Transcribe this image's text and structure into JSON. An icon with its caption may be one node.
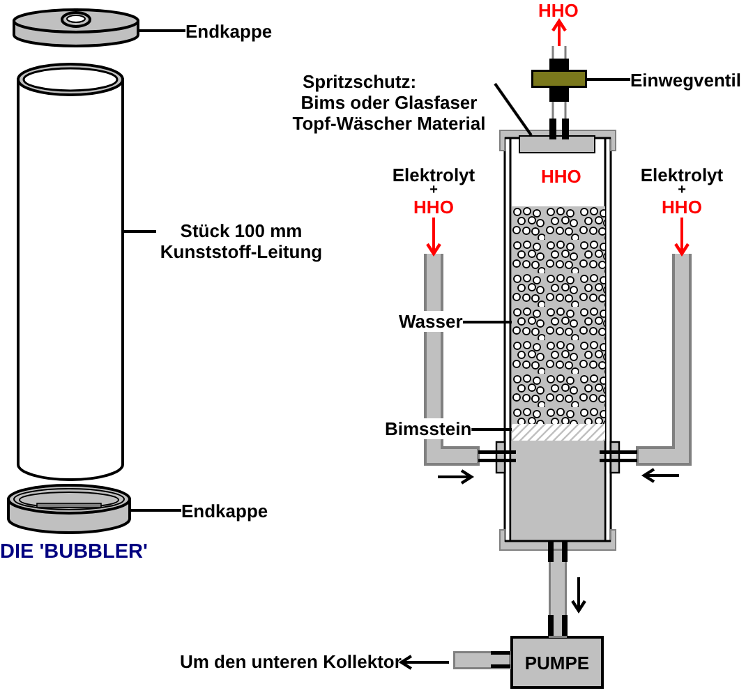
{
  "diagram": {
    "nodes": [
      {
        "text": [],
        "shape": "cylinder"
      },
      {
        "text": [
          "Endkappe"
        ]
      },
      {
        "text": [],
        "shape": "cylinder"
      },
      {
        "text": [
          "Stück 100 mm Kunststoff-Leitung"
        ]
      },
      {
        "text": [],
        "shape": "cylinder"
      },
      {
        "text": [
          "Endkappe"
        ]
      },
      {
        "text": [
          "HHO"
        ]
      },
      {
        "text": [],
        "shape": "box"
      },
      {
        "text": [
          "Einwegventil"
        ]
      },
      {
        "text": [
          "Spritzschutz:",
          "Bims oder Glasfaser Topf-Wäscher Material"
        ]
      },
      {
        "text": [
          "HHO"
        ]
      },
      {
        "text": [],
        "shape": "box",
        "in": 10
      },
      {
        "text": [
          "Elektrolyt",
          "+",
          "HHO"
        ]
      },
      {
        "text": [],
        "shape": "bar"
      },
      {
        "text": [
          "Elektrolyt",
          "+",
          "HHO"
        ]
      },
      {
        "text": [],
        "shape": "bar"
      },
      {
        "text": [
          "Wasser"
        ]
      },
      {
        "text": [],
        "shape": "box",
        "in": 10
      },
      {
        "text": [
          "Bimsstein"
        ]
      },
      {
        "text": [],
        "shape": "box",
        "in": 10
      },
      {
        "text": [
          "PUMPE"
        ]
      },
      {
        "text": [
          "Um den unteren Kollektor"
        ]
      }
    ],
    "edges": [
      {
        "from": 1,
        "to": 0,
        "arrow": "none"
      },
      {
        "from": 3,
        "to": 2,
        "arrow": "none"
      },
      {
        "from": 5,
        "to": 4,
        "arrow": "none"
      },
      {
        "from": 7,
        "to": 6,
        "arrow": "to",
        "color": "#ff0000"
      },
      {
        "from": 8,
        "to": 7,
        "arrow": "none"
      },
      {
        "from": 9,
        "to": 11,
        "arrow": "none"
      },
      {
        "from": 12,
        "to": 13,
        "arrow": "to",
        "color": "#ff0000"
      },
      {
        "from": 14,
        "to": 15,
        "arrow": "to",
        "color": "#ff0000"
      },
      {
        "from": 16,
        "to": 17,
        "arrow": "none"
      },
      {
        "from": 18,
        "to": 19,
        "arrow": "none"
      },
      {
        "from": 10,
        "to": 20,
        "arrow": "none",
        "style": "thick",
        "color": "#c0c0c0"
      },
      {
        "from": null,
        "to": 21,
        "arrow": "to"
      }
    ],
    "labels": [
      "DIE 'BUBBLER'"
    ]
  }
}
